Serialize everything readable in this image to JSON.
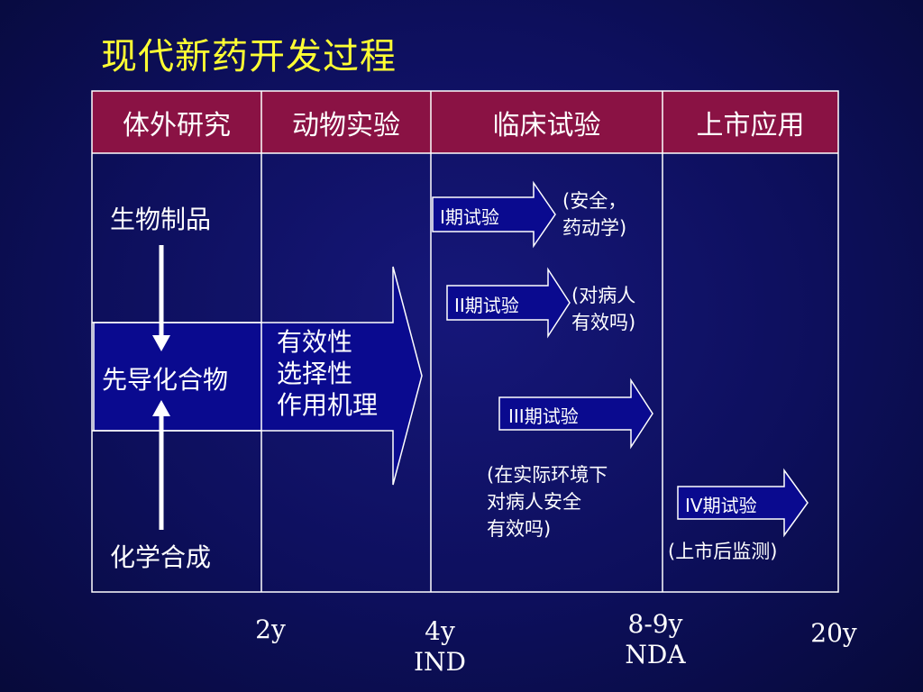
{
  "title": "现代新药开发过程",
  "headers": [
    "体外研究",
    "动物实验",
    "临床试验",
    "上市应用"
  ],
  "left_column": {
    "top_label": "生物制品",
    "middle_label": "先导化合物",
    "bottom_label": "化学合成"
  },
  "animal_arrow": {
    "lines": [
      "有效性",
      "选择性",
      "作用机理"
    ]
  },
  "phases": [
    {
      "label": "I期试验",
      "note_lines": [
        "(安全，",
        "药动学)"
      ]
    },
    {
      "label": "II期试验",
      "note_lines": [
        "(对病人",
        "有效吗)"
      ]
    },
    {
      "label": "III期试验",
      "note_lines": [
        "(在实际环境下",
        "对病人安全",
        "有效吗)"
      ]
    },
    {
      "label": "IV期试验",
      "note_lines": [
        "(上市后监测)"
      ]
    }
  ],
  "timeline": [
    {
      "lines": [
        "2y"
      ]
    },
    {
      "lines": [
        "4y",
        "IND"
      ]
    },
    {
      "lines": [
        "8-9y",
        "NDA"
      ]
    },
    {
      "lines": [
        "20y"
      ]
    }
  ],
  "colors": {
    "background": "#0d0f5c",
    "title": "#ffff33",
    "header_fill": "#8a1244",
    "band_fill": "#0a0a8f",
    "line": "#ffffff"
  }
}
